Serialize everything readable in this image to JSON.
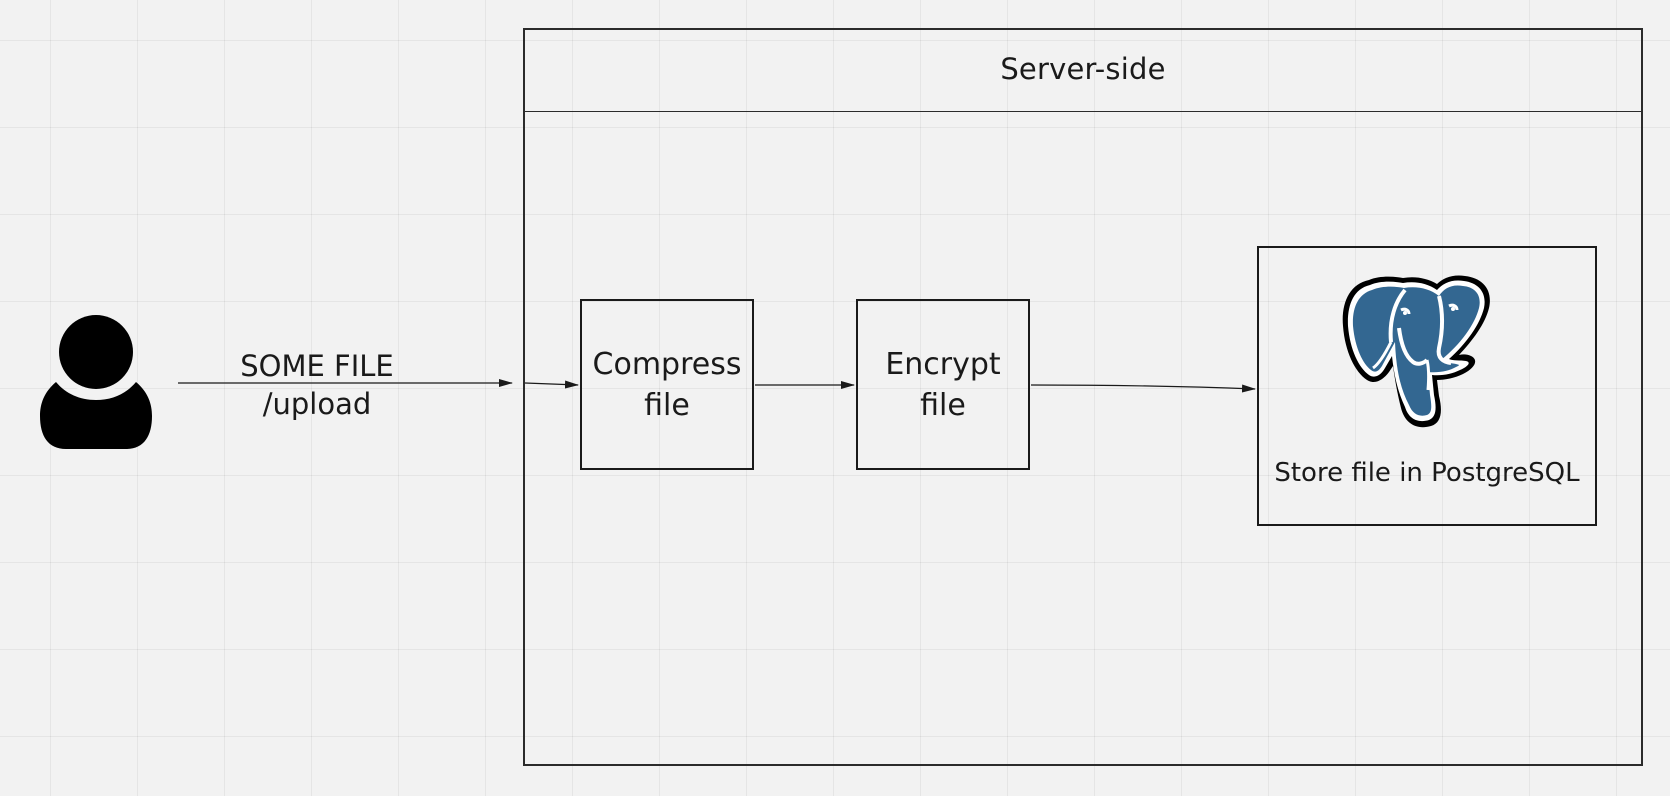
{
  "diagram": {
    "frame": {
      "title": "Server-side"
    },
    "actor": {
      "icon": "user-icon"
    },
    "upload_edge": {
      "label_line1": "SOME FILE",
      "label_line2": "/upload"
    },
    "steps": [
      {
        "label": "Compress file",
        "label_line1": "Compress",
        "label_line2": "file"
      },
      {
        "label": "Encrypt file",
        "label_line1": "Encrypt",
        "label_line2": "file"
      }
    ],
    "storage": {
      "label": "Store file in PostgreSQL",
      "icon": "postgresql-elephant-icon"
    },
    "colors": {
      "background": "#f2f2f2",
      "stroke": "#1a1a1a",
      "postgres_blue": "#336791"
    }
  }
}
